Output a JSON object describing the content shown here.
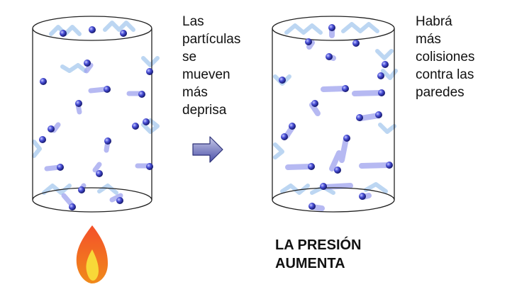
{
  "diagram": {
    "left_caption_lines": [
      "Las",
      "partículas",
      "se",
      "mueven",
      "más",
      "deprisa"
    ],
    "right_caption_lines": [
      "Habrá",
      "más",
      "colisiones",
      "contra las",
      "paredes"
    ],
    "result_lines": [
      "LA PRESIÓN",
      "AUMENTA"
    ]
  },
  "colors": {
    "particle": "#2a2fb8",
    "trail": "#8c90e6",
    "wave": "#bcd6f2",
    "arrow_fill": "#4a4fa8",
    "flame_outer": "#f05a1a",
    "flame_inner": "#f8d838"
  },
  "icons": {
    "arrow": "right-arrow-icon",
    "flame": "flame-icon"
  }
}
